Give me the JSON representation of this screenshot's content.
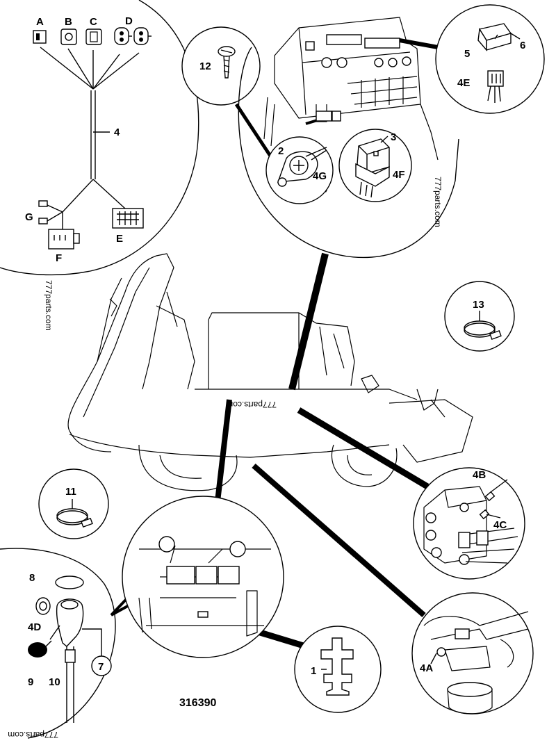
{
  "reference_number": "316390",
  "watermark": "777parts.com",
  "harness_connectors": [
    "A",
    "B",
    "C",
    "D",
    "E",
    "F",
    "G"
  ],
  "callouts": {
    "harness": "4",
    "connector_4A": "4A",
    "connector_4B": "4B",
    "connector_4C": "4C",
    "connector_4D": "4D",
    "connector_4E": "4E",
    "connector_4F": "4F",
    "connector_4G": "4G",
    "bracket": "1",
    "ground_stud": "2",
    "relay": "3",
    "switch": "5",
    "switch_cap": "6",
    "joystick_boot": "7",
    "grommet": "8",
    "button": "9",
    "cable": "10",
    "cable_tie_a": "11",
    "screw": "12",
    "cable_tie_b": "13"
  }
}
